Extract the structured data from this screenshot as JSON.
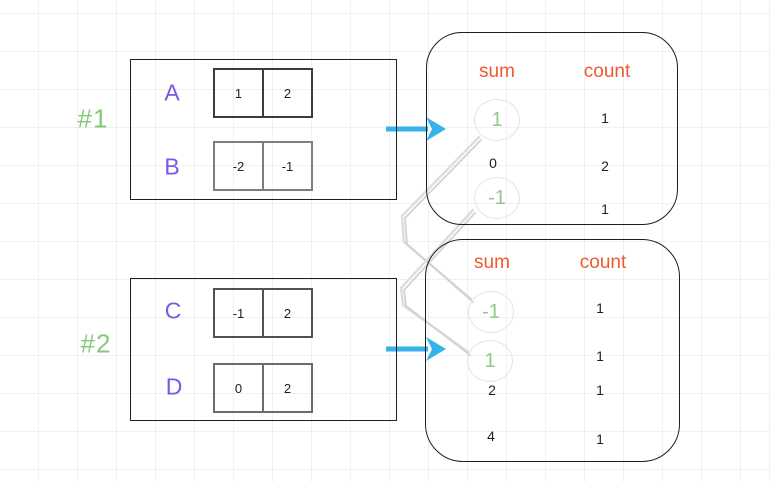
{
  "diagram": {
    "examples": [
      {
        "id": "#1",
        "arrays": [
          {
            "name": "A",
            "values": [
              "1",
              "2"
            ]
          },
          {
            "name": "B",
            "values": [
              "-2",
              "-1"
            ]
          }
        ],
        "result": {
          "sum_header": "sum",
          "count_header": "count",
          "rows": [
            {
              "sum": "1",
              "count": "1",
              "highlighted": true
            },
            {
              "sum": "0",
              "count": "2",
              "highlighted": false
            },
            {
              "sum": "-1",
              "count": "1",
              "highlighted": true
            }
          ]
        }
      },
      {
        "id": "#2",
        "arrays": [
          {
            "name": "C",
            "values": [
              "-1",
              "2"
            ]
          },
          {
            "name": "D",
            "values": [
              "0",
              "2"
            ]
          }
        ],
        "result": {
          "sum_header": "sum",
          "count_header": "count",
          "rows": [
            {
              "sum": "-1",
              "count": "1",
              "highlighted": true
            },
            {
              "sum": "1",
              "count": "1",
              "highlighted": true
            },
            {
              "sum": "2",
              "count": "1",
              "highlighted": false
            },
            {
              "sum": "4",
              "count": "1",
              "highlighted": false
            }
          ]
        }
      }
    ],
    "links": [
      {
        "from": "example-1 sum 1",
        "to": "example-2 sum -1"
      },
      {
        "from": "example-1 sum -1",
        "to": "example-2 sum 1"
      }
    ],
    "colors": {
      "example_label": "#84c878",
      "array_label": "#7a57e8",
      "table_header": "#ed5a30",
      "highlight_number": "#8fcb87",
      "flow_arrow": "#36b3ea",
      "connector": "#d9d9d9",
      "text": "#1e1e1e"
    }
  }
}
